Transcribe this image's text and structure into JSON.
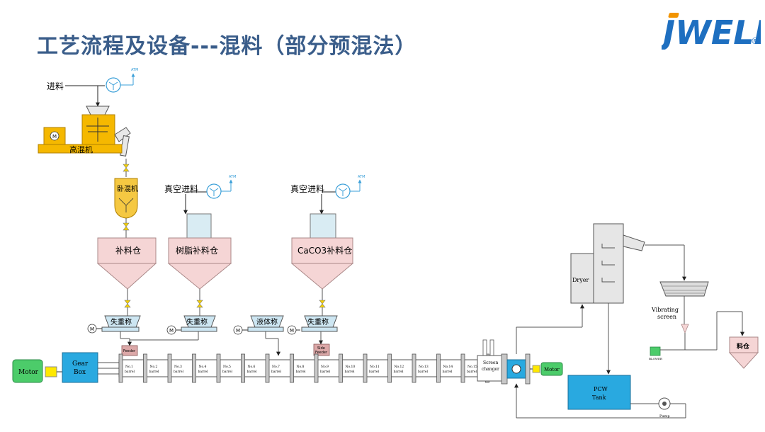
{
  "title": "工艺流程及设备---混料（部分预混法）",
  "logo": {
    "text": "JWELL",
    "reg": "®"
  },
  "labels": {
    "feed_in": "进料",
    "high_mixer": "高混机",
    "horiz_mixer": "卧混机",
    "vacuum_feed_1": "真空进料",
    "vacuum_feed_2": "真空进料",
    "atm_1": "ATM",
    "atm_2": "ATM",
    "atm_3": "ATM",
    "refill_bin": "补料仓",
    "resin_bin": "树脂补料仓",
    "caco3_bin": "CaCO3补料仓",
    "lw_feeder_1": "失重称",
    "lw_feeder_2": "失重称",
    "liquid_scale": "液体称",
    "lw_feeder_3": "失重称",
    "feeder": "Feeder",
    "side_feeder_1": "Side",
    "side_feeder_2": "Feeder",
    "motor_left": "Motor",
    "gear_box_1": "Gear",
    "gear_box_2": "Box",
    "screen_changer_1": "Screen",
    "screen_changer_2": "changer",
    "motor_right": "Motor",
    "pcw_tank_1": "PCW",
    "pcw_tank_2": "Tank",
    "pump": "Pump",
    "dryer": "Dryer",
    "vibrating_screen_1": "Vibrating",
    "vibrating_screen_2": "screen",
    "product_bin": "料仓",
    "blower": "BLOWER",
    "motor_symbol": "M"
  },
  "barrels": [
    "No.1",
    "No.2",
    "No.3",
    "No.4",
    "No.5",
    "No.6",
    "No.7",
    "No.8",
    "No.9",
    "No.10",
    "No.11",
    "No.12",
    "No.13",
    "No.14",
    "No.15"
  ],
  "barrel_word": "barrel",
  "colors": {
    "title": "#3a5d8a",
    "logo_blue": "#1e6fc0",
    "logo_orange": "#f29400",
    "mixer_yellow": "#f5b800",
    "hopper_pink": "#f5d5d5",
    "bin_blue": "#d9ecf3",
    "scale_blue": "#cde6f2",
    "motor_green": "#4ccc6a",
    "gearbox_blue": "#29a9e0",
    "coupling_yellow": "#ffe800",
    "barrel_gray": "#c8c8c8",
    "feeder_pink": "#dca8a8",
    "fan_blue": "#3a9fd8"
  }
}
